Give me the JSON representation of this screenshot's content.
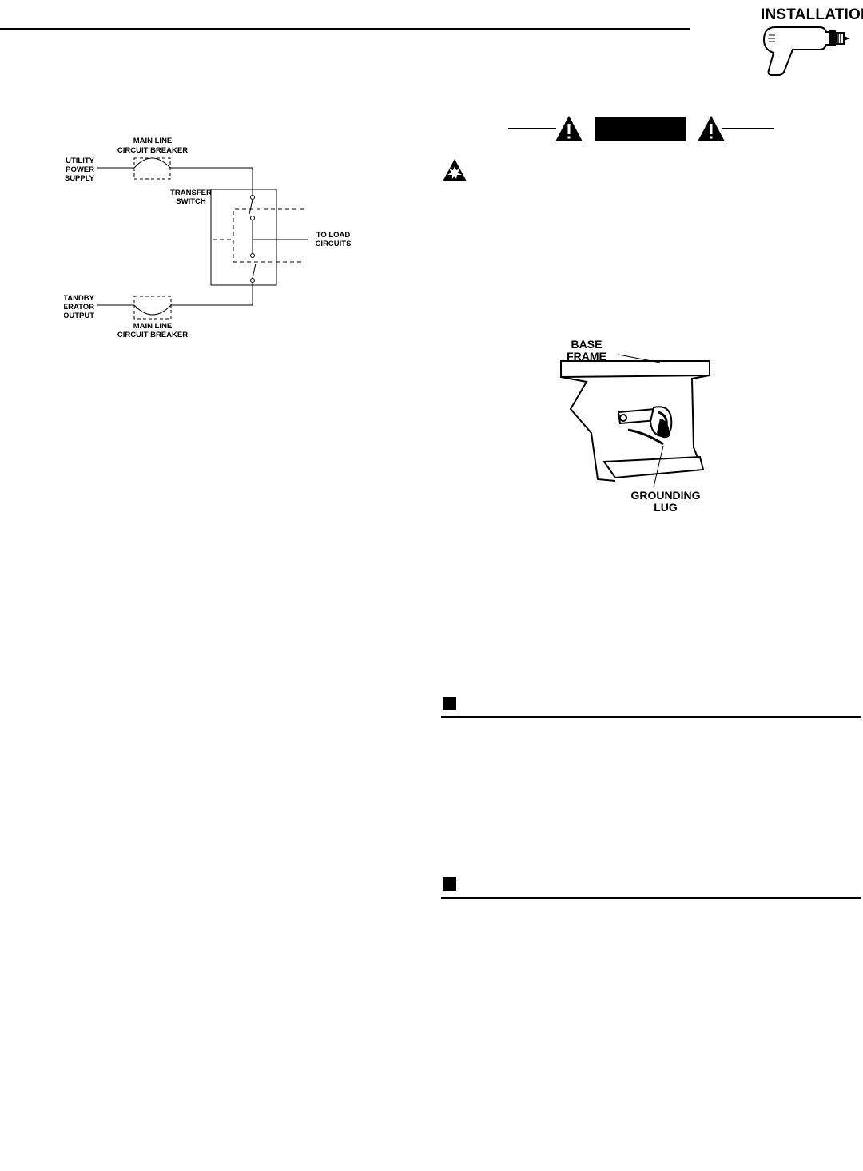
{
  "header": {
    "section_label": "INSTALLATION",
    "icon": "power-drill-icon"
  },
  "wiring_diagram": {
    "labels": {
      "main_line_breaker_top": [
        "MAIN LINE",
        "CIRCUIT BREAKER"
      ],
      "utility_supply": [
        "UTILITY",
        "POWER",
        "SUPPLY"
      ],
      "transfer_switch": [
        "TRANSFER",
        "SWITCH"
      ],
      "to_load": [
        "TO LOAD",
        "CIRCUITS"
      ],
      "standby_output": [
        "STANDBY",
        "GENERATOR",
        "OUTPUT"
      ],
      "main_line_breaker_bottom": [
        "MAIN LINE",
        "CIRCUIT BREAKER"
      ]
    }
  },
  "safety_signal": {
    "alert_icon": "warning-triangle-icon",
    "hazard_icon": "explosion-hazard-icon"
  },
  "grounding_figure": {
    "labels": {
      "base_frame": [
        "BASE",
        "FRAME"
      ],
      "grounding_lug": [
        "GROUNDING",
        "LUG"
      ]
    }
  }
}
